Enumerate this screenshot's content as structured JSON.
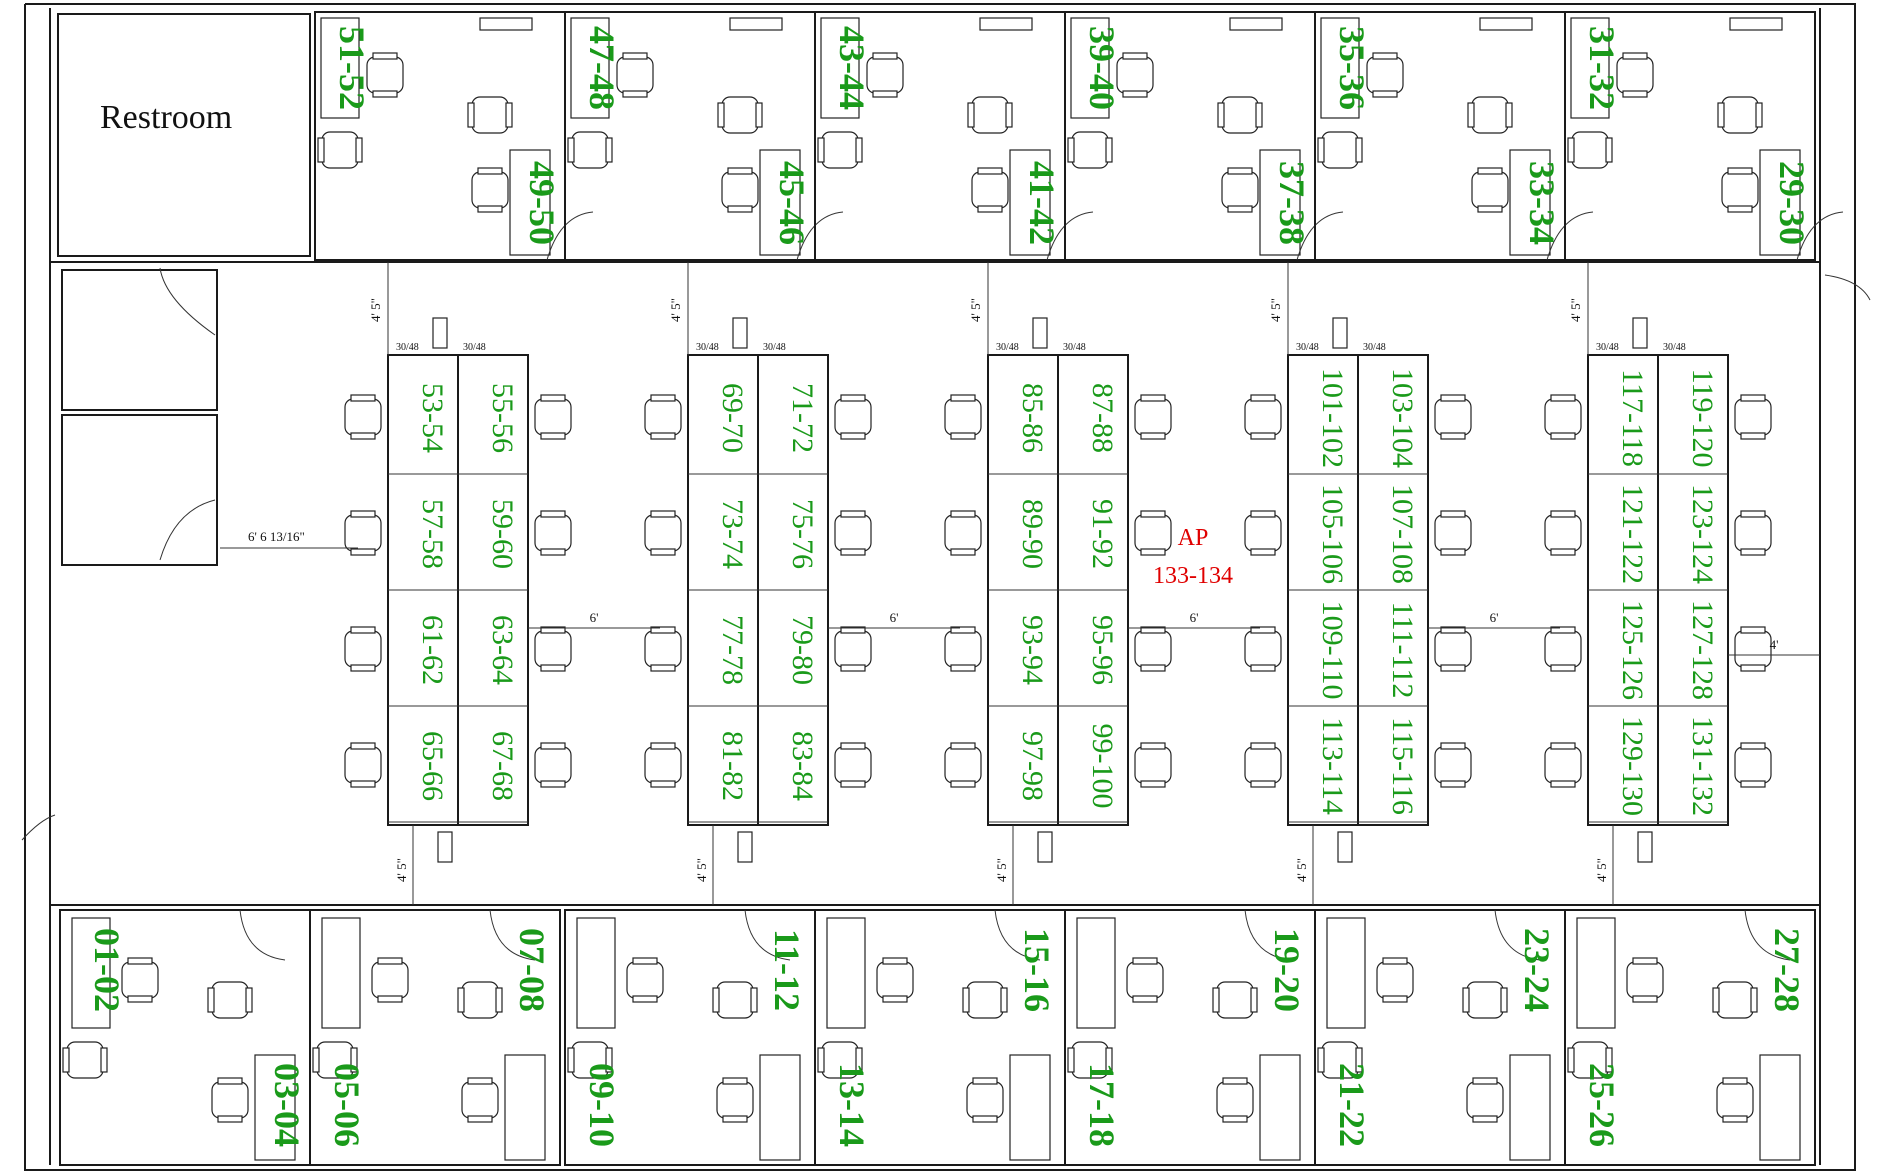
{
  "restroom_label": "Restroom",
  "ap": {
    "line1": "AP",
    "line2": "133-134"
  },
  "dimensions": {
    "aisle": "6'",
    "edge": "4'",
    "corridor": "4' 5\"",
    "door_width": "6' 6 13/16\"",
    "desk_size": "30/48"
  },
  "top_offices": [
    {
      "a": "51-52",
      "b": "49-50"
    },
    {
      "a": "47-48",
      "b": "45-46"
    },
    {
      "a": "43-44",
      "b": "41-42"
    },
    {
      "a": "39-40",
      "b": "37-38"
    },
    {
      "a": "35-36",
      "b": "33-34"
    },
    {
      "a": "31-32",
      "b": "29-30"
    }
  ],
  "bottom_offices": [
    {
      "a": "01-02",
      "b": "03-04"
    },
    {
      "a": "07-08",
      "b": "05-06"
    },
    {
      "a": "11-12",
      "b": "09-10"
    },
    {
      "a": "15-16",
      "b": "13-14"
    },
    {
      "a": "19-20",
      "b": "17-18"
    },
    {
      "a": "23-24",
      "b": "21-22"
    },
    {
      "a": "27-28",
      "b": "25-26"
    }
  ],
  "pods": [
    {
      "left": [
        "53-54",
        "57-58",
        "61-62",
        "65-66"
      ],
      "right": [
        "55-56",
        "59-60",
        "63-64",
        "67-68"
      ]
    },
    {
      "left": [
        "69-70",
        "73-74",
        "77-78",
        "81-82"
      ],
      "right": [
        "71-72",
        "75-76",
        "79-80",
        "83-84"
      ]
    },
    {
      "left": [
        "85-86",
        "89-90",
        "93-94",
        "97-98"
      ],
      "right": [
        "87-88",
        "91-92",
        "95-96",
        "99-100"
      ]
    },
    {
      "left": [
        "101-102",
        "105-106",
        "109-110",
        "113-114"
      ],
      "right": [
        "103-104",
        "107-108",
        "111-112",
        "115-116"
      ]
    },
    {
      "left": [
        "117-118",
        "121-122",
        "125-126",
        "129-130"
      ],
      "right": [
        "119-120",
        "123-124",
        "127-128",
        "131-132"
      ]
    }
  ]
}
